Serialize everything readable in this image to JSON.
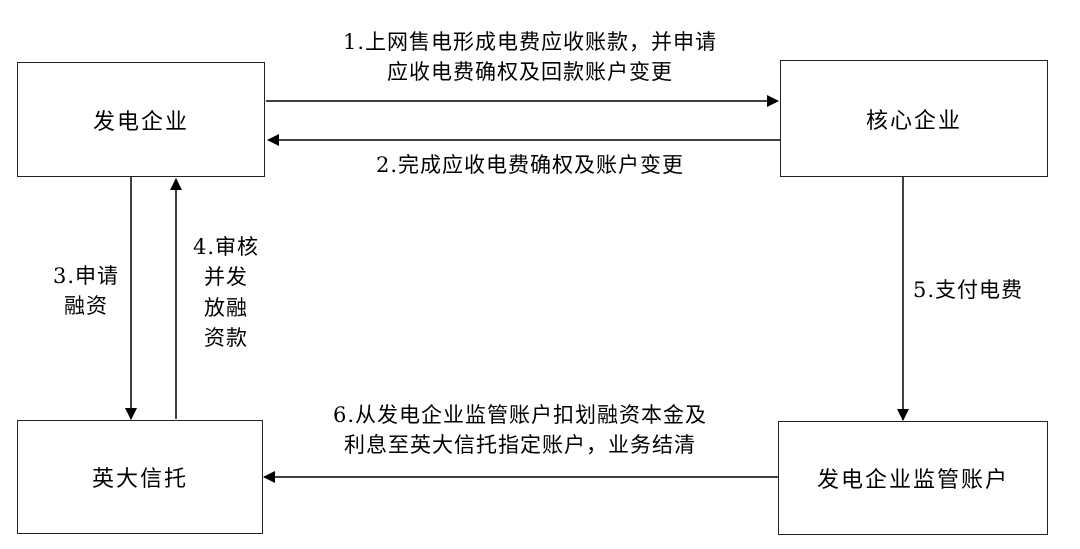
{
  "nodes": {
    "power_company": "发电企业",
    "core_company": "核心企业",
    "trust": "英大信托",
    "supervision_account": "发电企业监管账户"
  },
  "edges": {
    "e1": "1.上网售电形成电费应收账款，并申请\n应收电费确权及回款账户变更",
    "e2": "2.完成应收电费确权及账户变更",
    "e3": "3.申请\n融资",
    "e4": "4.审核\n并发\n放融\n资款",
    "e5": "5.支付电费",
    "e6": "6.从发电企业监管账户扣划融资本金及\n利息至英大信托指定账户，业务结清"
  }
}
